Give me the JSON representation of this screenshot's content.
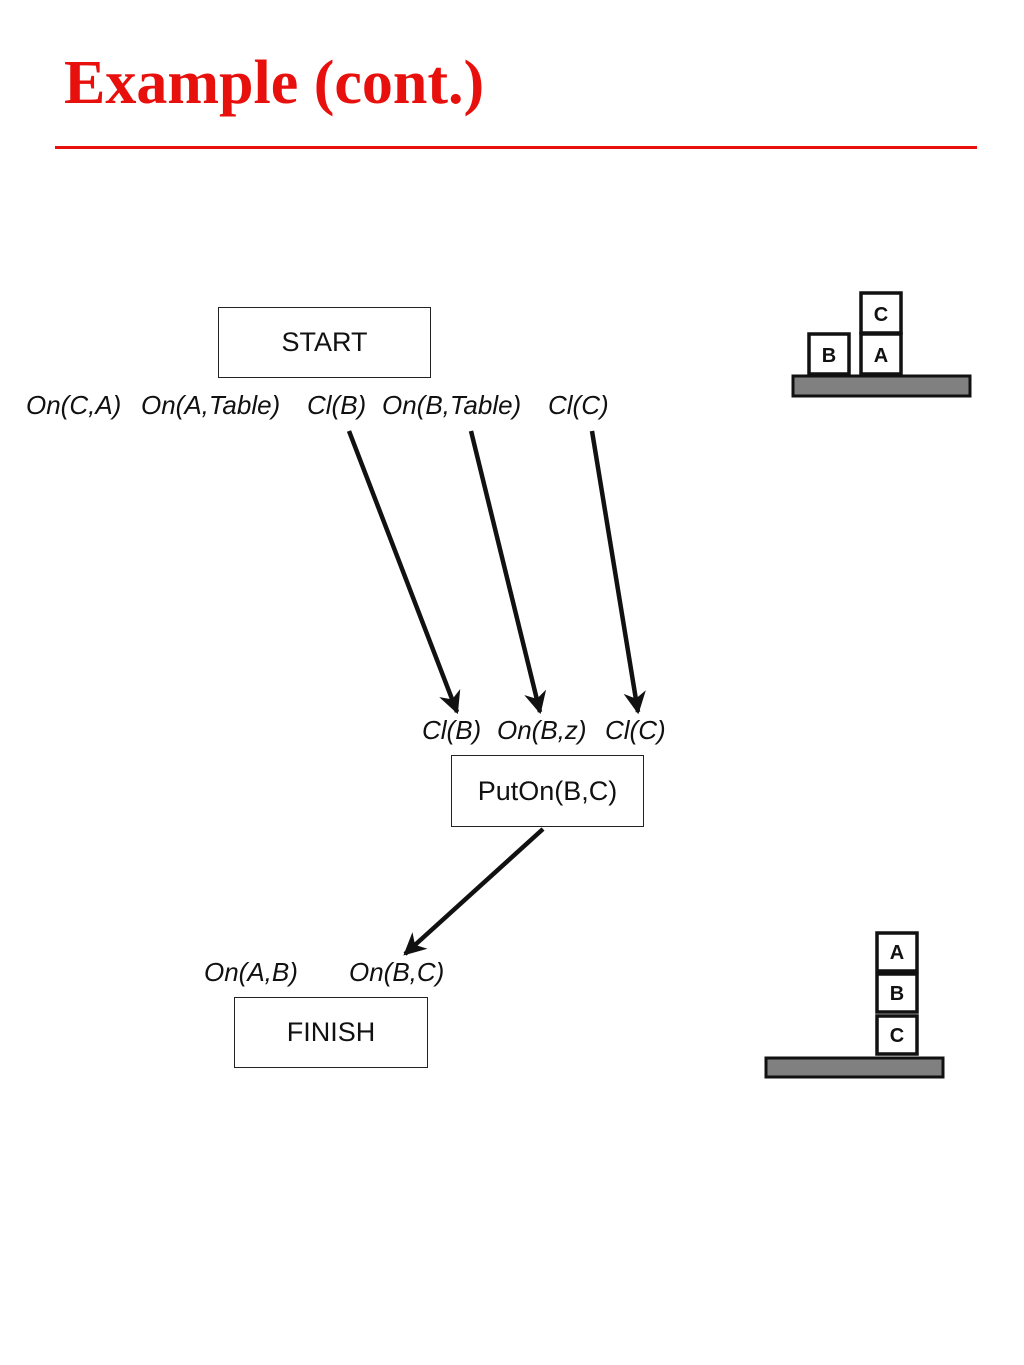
{
  "slide": {
    "title": "Example (cont.)",
    "accent_color": "#e8100d"
  },
  "start": {
    "label": "START",
    "effects": [
      "On(C,A)",
      "On(A,Table)",
      "Cl(B)",
      "On(B,Table)",
      "Cl(C)"
    ]
  },
  "puton": {
    "label": "PutOn(B,C)",
    "preconditions": [
      "Cl(B)",
      "On(B,z)",
      "Cl(C)"
    ]
  },
  "finish": {
    "label": "FINISH",
    "preconditions": [
      "On(A,B)",
      "On(B,C)"
    ]
  },
  "initial_state": {
    "blocks": [
      "C",
      "B",
      "A"
    ],
    "table_color": "#808080"
  },
  "goal_state": {
    "blocks": [
      "A",
      "B",
      "C"
    ],
    "table_color": "#808080"
  }
}
